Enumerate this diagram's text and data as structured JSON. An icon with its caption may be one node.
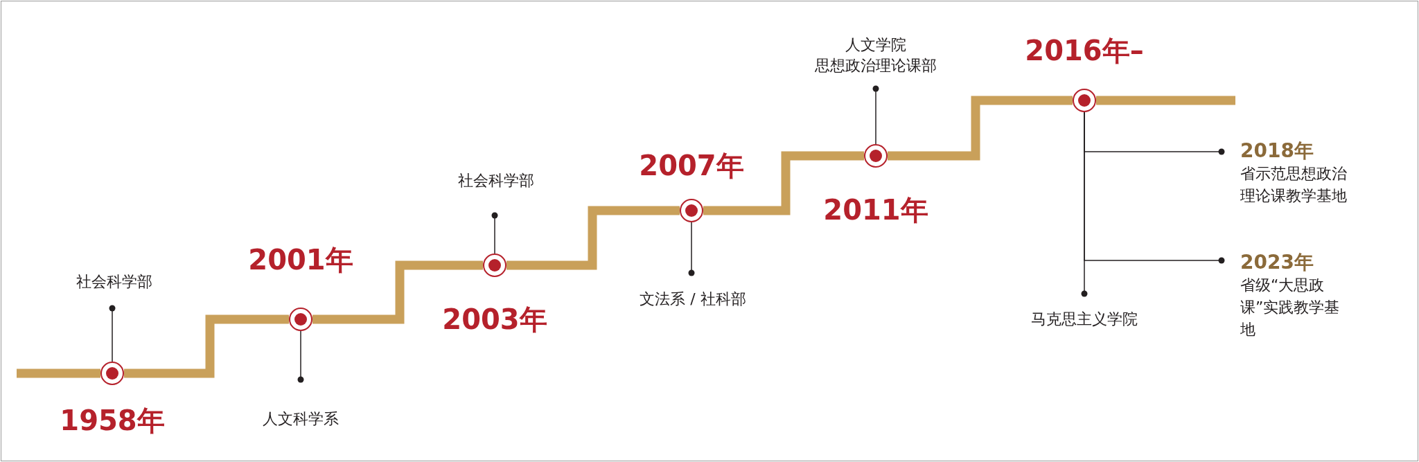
{
  "diagram": {
    "nodes": [
      {
        "text": [
          "社会科学部"
        ]
      },
      {
        "text": [],
        "shape": "circle",
        "beside": [
          "1958年"
        ]
      },
      {
        "text": [],
        "shape": "circle",
        "beside": [
          "2001年"
        ]
      },
      {
        "text": [
          "人文科学系"
        ]
      },
      {
        "text": [
          "社会科学部"
        ]
      },
      {
        "text": [],
        "shape": "circle",
        "beside": [
          "2003年"
        ]
      },
      {
        "text": [],
        "shape": "circle",
        "beside": [
          "2007年"
        ]
      },
      {
        "text": [
          "文法系 / 社科部"
        ]
      },
      {
        "text": [
          "人文学院",
          "思想政治理论课部"
        ]
      },
      {
        "text": [],
        "shape": "circle",
        "beside": [
          "2011年"
        ]
      },
      {
        "text": [],
        "shape": "circle",
        "beside": [
          "2016年–"
        ]
      },
      {
        "text": [
          "马克思主义学院"
        ]
      },
      {
        "text": [
          "2018年",
          "省示范思想政治理论课教学基地"
        ]
      },
      {
        "text": [
          "2023年",
          "省级“大思政课”实践教学基地"
        ]
      }
    ],
    "edges": [
      {
        "from": null,
        "to": 1,
        "arrow": "none",
        "style": "thick",
        "color": "#c9a05a"
      },
      {
        "from": 1,
        "to": 2,
        "arrow": "none",
        "style": "thick",
        "color": "#c9a05a"
      },
      {
        "from": 2,
        "to": 5,
        "arrow": "none",
        "style": "thick",
        "color": "#c9a05a"
      },
      {
        "from": 5,
        "to": 6,
        "arrow": "none",
        "style": "thick",
        "color": "#c9a05a"
      },
      {
        "from": 6,
        "to": 9,
        "arrow": "none",
        "style": "thick",
        "color": "#c9a05a"
      },
      {
        "from": 9,
        "to": 10,
        "arrow": "none",
        "style": "thick",
        "color": "#c9a05a"
      },
      {
        "from": 10,
        "to": null,
        "arrow": "none",
        "style": "thick",
        "color": "#c9a05a"
      },
      {
        "from": 0,
        "to": 1,
        "arrow": "other"
      },
      {
        "from": 3,
        "to": 2,
        "arrow": "other"
      },
      {
        "from": 4,
        "to": 5,
        "arrow": "other"
      },
      {
        "from": 7,
        "to": 6,
        "arrow": "other"
      },
      {
        "from": 8,
        "to": 9,
        "arrow": "other"
      },
      {
        "from": 11,
        "to": 10,
        "arrow": "other"
      },
      {
        "from": 12,
        "to": 10,
        "arrow": "other"
      },
      {
        "from": 13,
        "to": 10,
        "arrow": "other"
      }
    ]
  }
}
